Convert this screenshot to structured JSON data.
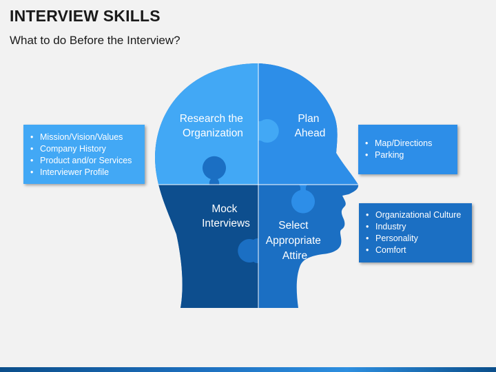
{
  "header": {
    "title": "INTERVIEW SKILLS",
    "subtitle": "What to do Before the Interview?"
  },
  "colors": {
    "piece_top_left": "#42a8f5",
    "piece_top_right": "#2d8ee8",
    "piece_bottom_left": "#0d4e8e",
    "piece_bottom_right": "#1b6fc3",
    "box_left": "#42a8f5",
    "box_right_top": "#2d8ee8",
    "box_right_bottom": "#1b6fc3"
  },
  "diagram": {
    "pieces": {
      "top_left": {
        "lines": [
          "Research the",
          "Organization"
        ]
      },
      "top_right": {
        "lines": [
          "Plan",
          "Ahead"
        ]
      },
      "bottom_left": {
        "lines": [
          "Mock",
          "Interviews"
        ]
      },
      "bottom_right": {
        "lines": [
          "Select",
          "Appropriate",
          "Attire"
        ]
      }
    },
    "boxes": {
      "left": [
        "Mission/Vision/Values",
        "Company History",
        "Product and/or Services",
        "Interviewer Profile"
      ],
      "right_top": [
        "Map/Directions",
        "Parking"
      ],
      "right_bottom": [
        "Organizational Culture",
        "Industry",
        "Personality",
        "Comfort"
      ]
    }
  }
}
